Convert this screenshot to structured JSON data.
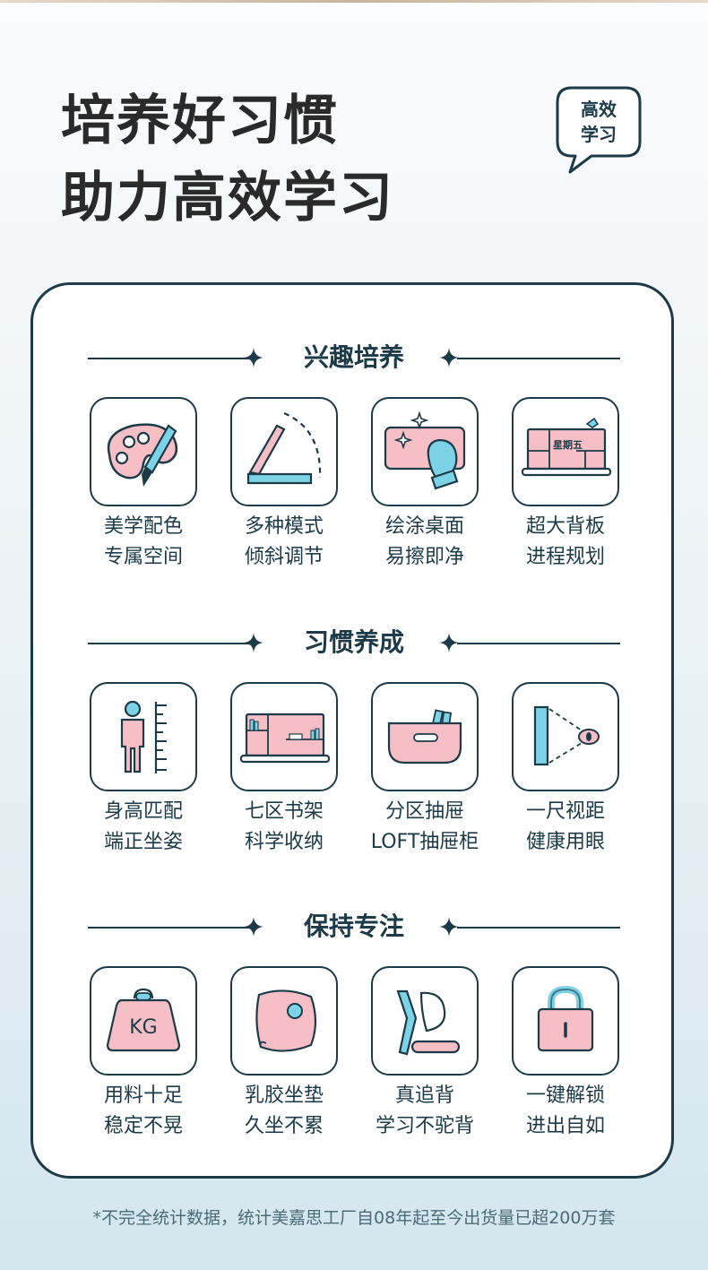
{
  "headline": {
    "line1": "培养好习惯",
    "line2": "助力高效学习"
  },
  "badge": {
    "line1": "高效",
    "line2": "学习"
  },
  "sections": [
    {
      "title": "兴趣培养",
      "items": [
        {
          "icon": "palette-icon",
          "line1": "美学配色",
          "line2": "专属空间"
        },
        {
          "icon": "tilt-angle-icon",
          "line1": "多种模式",
          "line2": "倾斜调节"
        },
        {
          "icon": "wipe-desk-icon",
          "line1": "绘涂桌面",
          "line2": "易擦即净"
        },
        {
          "icon": "backboard-icon",
          "line1": "超大背板",
          "line2": "进程规划",
          "board_label": "星期五"
        }
      ]
    },
    {
      "title": "习惯养成",
      "items": [
        {
          "icon": "height-ruler-icon",
          "line1": "身高匹配",
          "line2": "端正坐姿"
        },
        {
          "icon": "bookshelf-icon",
          "line1": "七区书架",
          "line2": "科学收纳"
        },
        {
          "icon": "drawer-icon",
          "line1": "分区抽屉",
          "line2": "LOFT抽屉柜"
        },
        {
          "icon": "eye-distance-icon",
          "line1": "一尺视距",
          "line2": "健康用眼"
        }
      ]
    },
    {
      "title": "保持专注",
      "items": [
        {
          "icon": "weight-kg-icon",
          "line1": "用料十足",
          "line2": "稳定不晃",
          "weight_label": "KG"
        },
        {
          "icon": "latex-cushion-icon",
          "line1": "乳胶坐垫",
          "line2": "久坐不累"
        },
        {
          "icon": "chair-back-icon",
          "line1": "真追背",
          "line2": "学习不驼背"
        },
        {
          "icon": "lock-icon",
          "line1": "一键解锁",
          "line2": "进出自如"
        }
      ]
    }
  ],
  "footnote": "*不完全统计数据，统计美嘉思工厂自08年起至今出货量已超200万套",
  "colors": {
    "navy": "#1c3a47",
    "pink": "#f6bfc6",
    "cyan": "#7dd3e6"
  }
}
